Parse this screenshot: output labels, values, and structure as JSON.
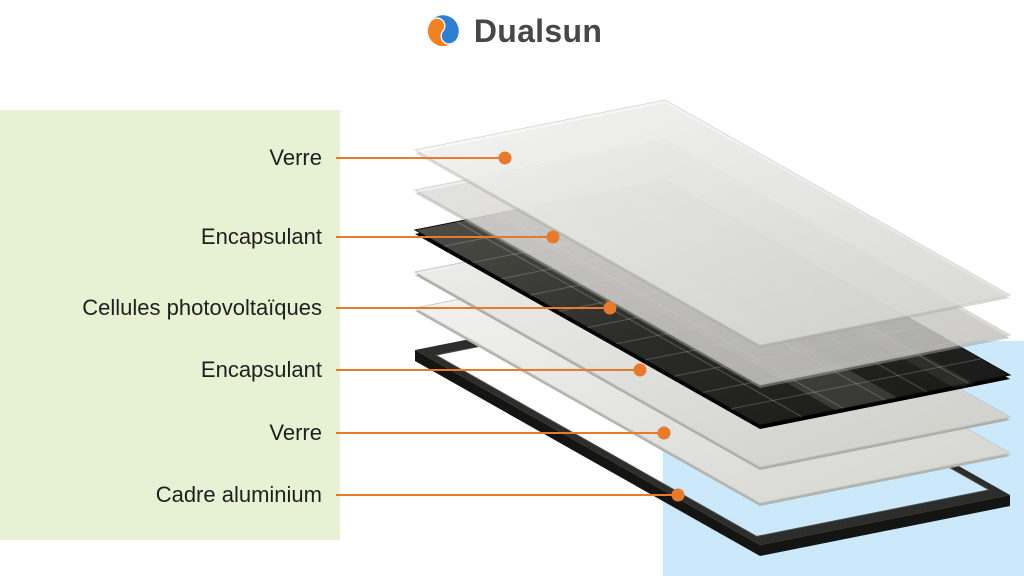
{
  "brand": {
    "name": "Dualsun",
    "logo_icon": "dualsun-swirl-icon",
    "logo_orange": "#f08223",
    "logo_blue": "#2e7fd1"
  },
  "colors": {
    "accent_orange": "#e87a2e",
    "label_panel_green": "#e7f2d4",
    "corner_panel_blue": "#cbe9fa",
    "cells_dark": "#26262",
    "frame_dark": "#2d2d2b"
  },
  "diagram": {
    "type": "exploded-layer-diagram",
    "subject": "solar panel construction layers",
    "labels": [
      {
        "id": "verre-top",
        "text": "Verre"
      },
      {
        "id": "encapsulant-top",
        "text": "Encapsulant"
      },
      {
        "id": "cellules-photovoltaiques",
        "text": "Cellules photovoltaïques"
      },
      {
        "id": "encapsulant-bottom",
        "text": "Encapsulant"
      },
      {
        "id": "verre-bottom",
        "text": "Verre"
      },
      {
        "id": "cadre-aluminium",
        "text": "Cadre aluminium"
      }
    ],
    "layers": [
      {
        "id": "glass-top"
      },
      {
        "id": "encapsulant-top"
      },
      {
        "id": "pv-cells"
      },
      {
        "id": "encapsulant-bottom"
      },
      {
        "id": "glass-bottom"
      },
      {
        "id": "aluminium-frame"
      }
    ]
  }
}
